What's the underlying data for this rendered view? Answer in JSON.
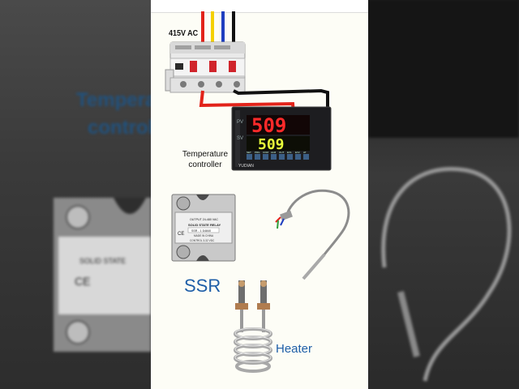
{
  "labels": {
    "supply": "415V AC",
    "controller_line1": "Temperature",
    "controller_line2": "controller",
    "ssr": "SSR",
    "heater": "Heater"
  },
  "controller_display": {
    "pv": "509",
    "sv": "509",
    "pv_tag": "PV",
    "sv_tag": "SV"
  },
  "controller_keys": [
    "SET",
    "PRG",
    "COM",
    "ALM",
    "OUT",
    "EV1",
    "EV2",
    "AT"
  ],
  "ssr_plate": {
    "title": "SOLID STATE RELAY",
    "model": "SSR - 1 D4840",
    "made": "MADE IN CHINA",
    "control": "CONTROL 3-32 VDC",
    "output": "OUTPUT 24-480 VAC"
  },
  "background_echo": {
    "line1": "Temperature",
    "line2": "controller"
  },
  "colors": {
    "wire_red": "#e2231a",
    "wire_yellow": "#f4d000",
    "wire_blue": "#1f3fbf",
    "wire_black": "#111111",
    "label_blue": "#1f5fa8",
    "display_red": "#ff2a2a",
    "display_green": "#e8ff3a"
  },
  "icons": {
    "breaker": "circuit-breaker-icon",
    "controller": "temperature-controller-icon",
    "ssr": "solid-state-relay-icon",
    "sensor": "thermocouple-probe-icon",
    "heater": "coil-heater-icon"
  }
}
